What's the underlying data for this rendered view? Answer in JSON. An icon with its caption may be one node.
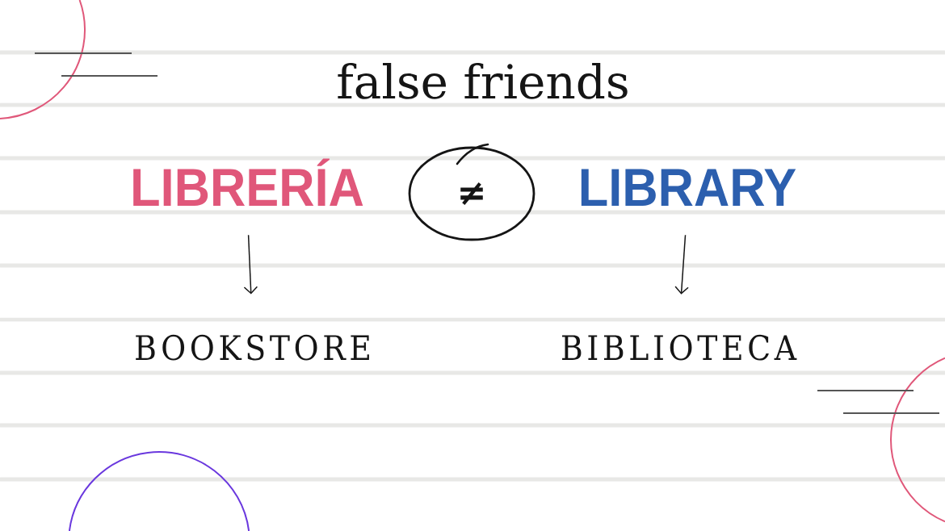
{
  "diagram": {
    "title": "false friends",
    "nodes": [
      {
        "text": [
          "LIBRERÍA"
        ]
      },
      {
        "text": [
          "≠"
        ]
      },
      {
        "text": [
          "LIBRARY"
        ]
      },
      {
        "text": [
          "BOOKSTORE"
        ]
      },
      {
        "text": [
          "BIBLIOTECA"
        ]
      }
    ],
    "edges": [
      {
        "from": 0,
        "to": 3,
        "arrow": "to"
      },
      {
        "from": 2,
        "to": 4,
        "arrow": "to"
      }
    ]
  }
}
